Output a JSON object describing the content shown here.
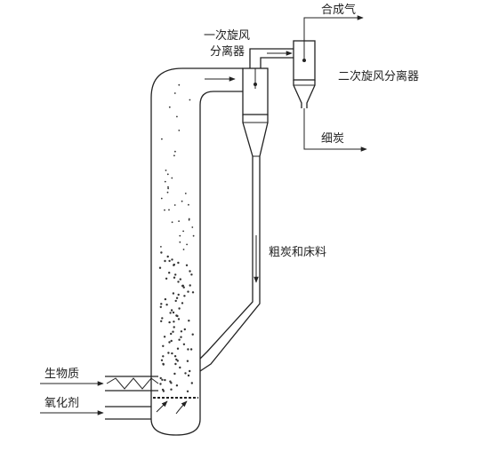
{
  "diagram": {
    "labels": {
      "syngas": "合成气",
      "primary_cyclone_line1": "一次旋风",
      "primary_cyclone_line2": "分离器",
      "secondary_cyclone": "二次旋风分离器",
      "fine_char": "细炭",
      "coarse_char": "粗炭和床料",
      "biomass": "生物质",
      "oxidant": "氧化剂"
    }
  }
}
